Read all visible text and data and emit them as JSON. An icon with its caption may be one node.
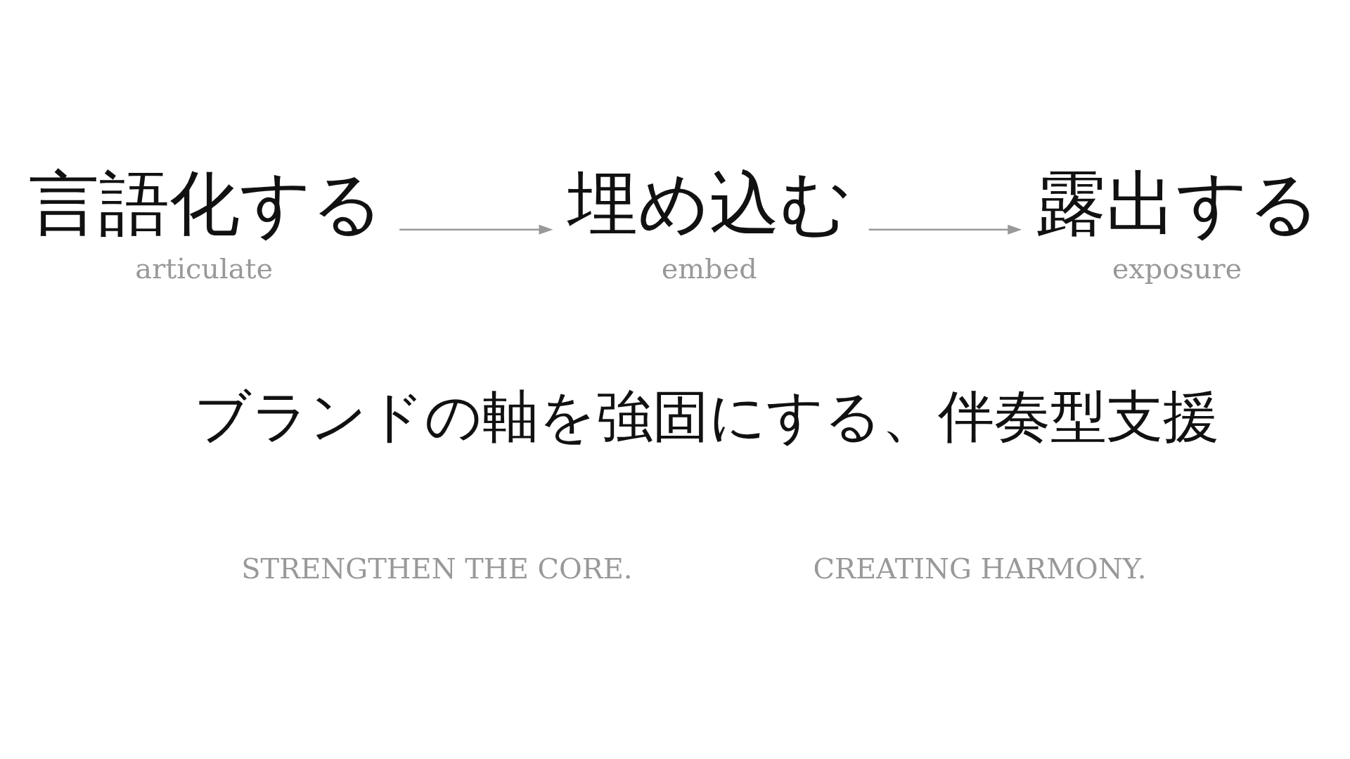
{
  "diagram": {
    "nodes": [
      {
        "text": [
          "言語化する"
        ],
        "beside": [
          "articulate"
        ]
      },
      {
        "text": [
          "埋め込む"
        ],
        "beside": [
          "embed"
        ]
      },
      {
        "text": [
          "露出する"
        ],
        "beside": [
          "exposure"
        ]
      }
    ],
    "edges": [
      {
        "from": 0,
        "to": 1,
        "arrow": "to"
      },
      {
        "from": 1,
        "to": 2,
        "arrow": "to"
      }
    ],
    "labels": [
      "ブランドの軸を強固にする、伴奏型支援",
      "STRENGTHEN THE CORE.",
      "CREATING HARMONY."
    ]
  }
}
